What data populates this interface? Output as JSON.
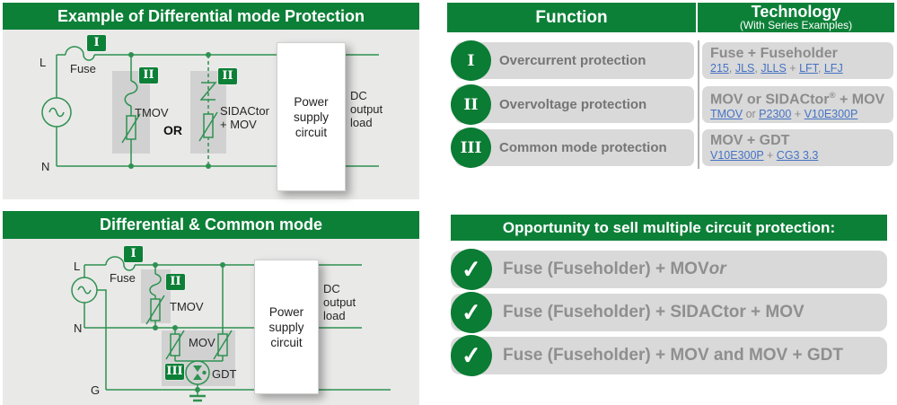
{
  "colors": {
    "brand_green": "#0d8038",
    "circle_green": "#0a7c33",
    "wire_green": "#2e9150",
    "link_blue": "#4472c4"
  },
  "panels": {
    "tl": {
      "title": "Example of Differential mode Protection",
      "badges": {
        "i": "I",
        "ii_tmov": "II",
        "ii_sidactor": "II"
      },
      "labels": {
        "l": "L",
        "n": "N",
        "fuse": "Fuse",
        "tmov": "TMOV",
        "or": "OR",
        "sidactor_mov": "SIDACtor\n+ MOV",
        "power_box": "Power\nsupply\ncircuit",
        "dc_load": "DC\noutput\nload"
      }
    },
    "bl": {
      "title": "Differential & Common mode",
      "badges": {
        "i": "I",
        "ii": "II",
        "iii": "III"
      },
      "labels": {
        "l": "L",
        "n": "N",
        "g": "G",
        "fuse": "Fuse",
        "tmov": "TMOV",
        "mov": "MOV",
        "gdt": "GDT",
        "power_box": "Power\nsupply\ncircuit",
        "dc_load": "DC\noutput\nload"
      }
    },
    "tr": {
      "header": {
        "function": "Function",
        "technology": "Technology",
        "subtitle": "(With Series Examples)"
      },
      "rows": [
        {
          "numeral": "I",
          "function": "Overcurrent protection",
          "tech_title": [
            {
              "t": "Fuse + Fuseholder"
            }
          ],
          "tech_links": [
            {
              "t": "215",
              "c": "link"
            },
            {
              "t": ", "
            },
            {
              "t": "JLS",
              "c": "link"
            },
            {
              "t": ", "
            },
            {
              "t": "JLLS",
              "c": "link"
            },
            {
              "t": " + "
            },
            {
              "t": "LFT",
              "c": "link"
            },
            {
              "t": ", "
            },
            {
              "t": "LFJ",
              "c": "link"
            }
          ]
        },
        {
          "numeral": "II",
          "function": "Overvoltage protection",
          "tech_title": [
            {
              "t": "MOV or SIDACtor"
            },
            {
              "t": "®",
              "c": "sup"
            },
            {
              "t": " + MOV"
            }
          ],
          "tech_links": [
            {
              "t": "TMOV",
              "c": "link"
            },
            {
              "t": " or "
            },
            {
              "t": "P2300",
              "c": "link"
            },
            {
              "t": " + "
            },
            {
              "t": "V10E300P",
              "c": "link"
            }
          ]
        },
        {
          "numeral": "III",
          "function": "Common mode protection",
          "tech_title": [
            {
              "t": "MOV + GDT"
            }
          ],
          "tech_links": [
            {
              "t": "V10E300P",
              "c": "link"
            },
            {
              "t": " + "
            },
            {
              "t": "CG3 3.3",
              "c": "link"
            }
          ]
        }
      ]
    },
    "br": {
      "title": "Opportunity to sell multiple circuit protection:",
      "check_icon": "✓",
      "items": [
        [
          {
            "t": "Fuse (Fuseholder) + MOV "
          },
          {
            "t": "or",
            "c": "it"
          }
        ],
        [
          {
            "t": "Fuse (Fuseholder) + SIDACtor + MOV"
          }
        ],
        [
          {
            "t": "Fuse (Fuseholder) + MOV and MOV + GDT"
          }
        ]
      ]
    }
  }
}
